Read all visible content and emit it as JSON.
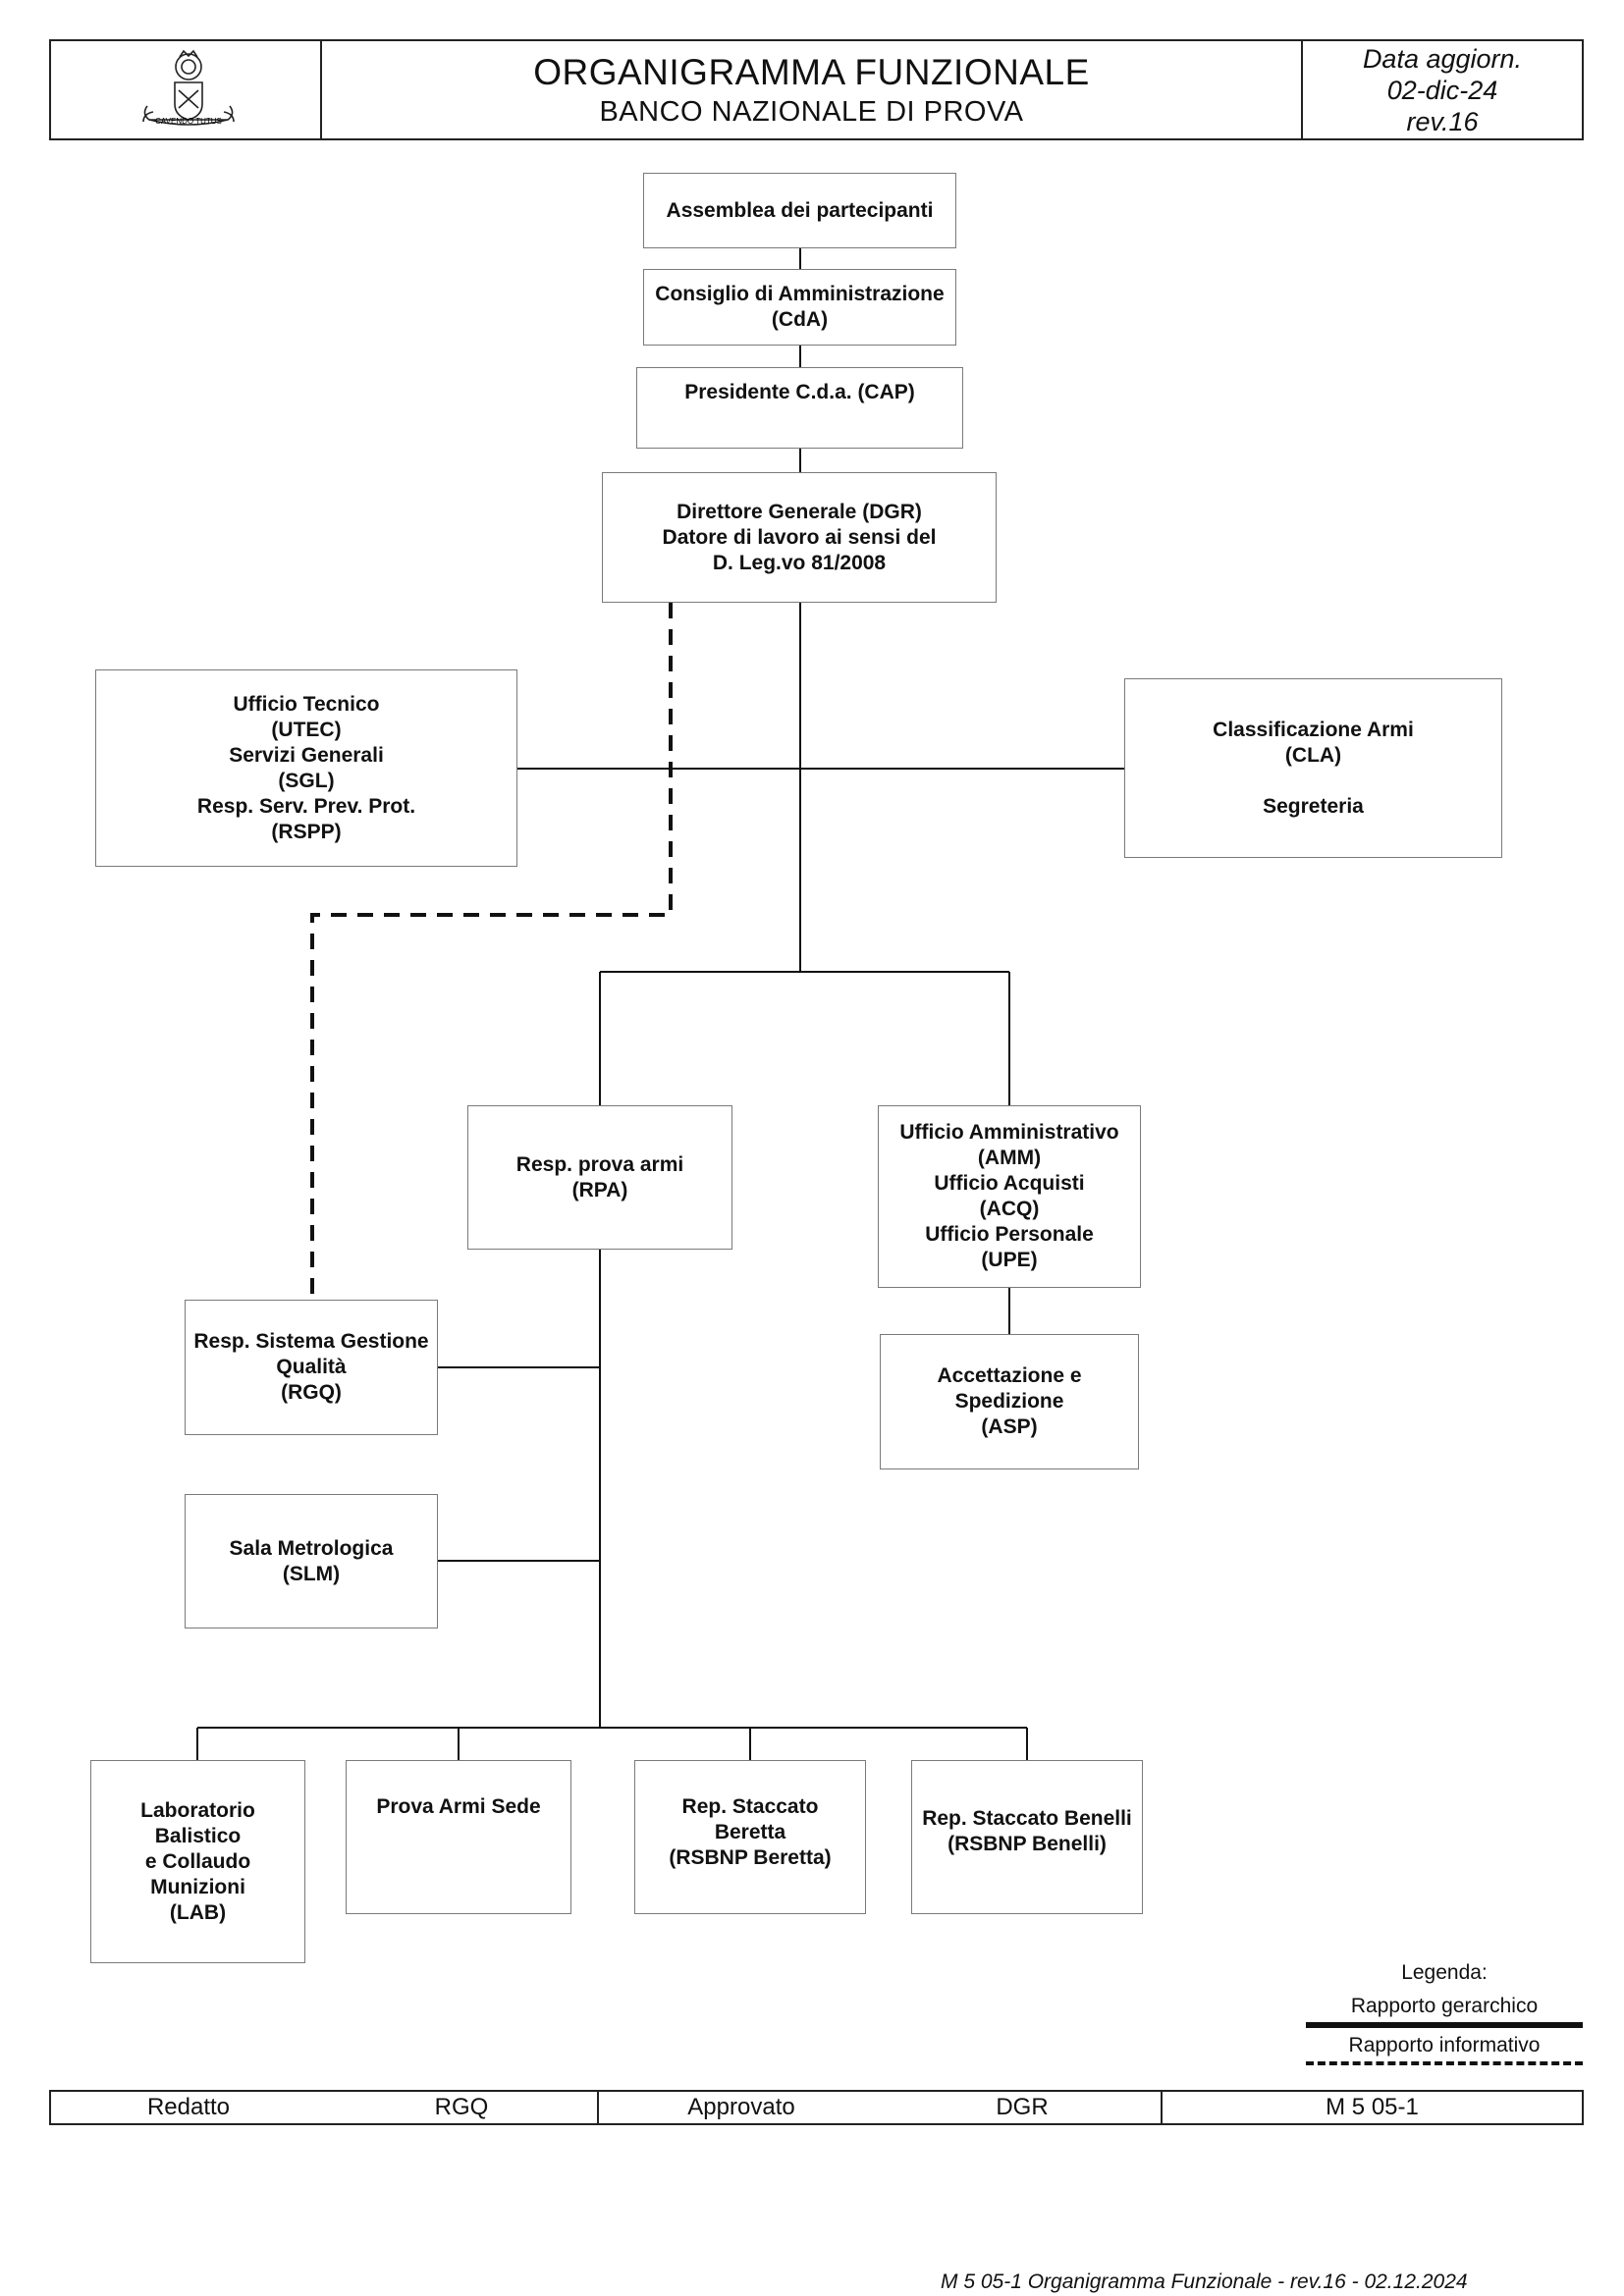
{
  "header": {
    "logo": {
      "icon": "coat-of-arms-icon",
      "motto": "CAVENDO TUTUS"
    },
    "title": "ORGANIGRAMMA FUNZIONALE",
    "subtitle": "BANCO NAZIONALE DI PROVA",
    "date_label": "Data aggiorn.",
    "date": "02-dic-24",
    "revision": "rev.16"
  },
  "nodes": {
    "assemblea": [
      "Assemblea dei partecipanti"
    ],
    "cda": [
      "Consiglio di Amministrazione",
      "(CdA)"
    ],
    "presidente": [
      "Presidente C.d.a. (CAP)"
    ],
    "dgr": [
      "Direttore Generale (DGR)",
      "Datore di lavoro ai sensi del",
      "D. Leg.vo 81/2008"
    ],
    "utec": [
      "Ufficio Tecnico",
      "(UTEC)",
      "Servizi Generali",
      "(SGL)",
      "Resp. Serv. Prev. Prot.",
      "(RSPP)"
    ],
    "cla": [
      "Classificazione Armi",
      "(CLA)",
      "",
      "Segreteria"
    ],
    "rpa": [
      "Resp. prova armi",
      "(RPA)"
    ],
    "amm": [
      "Ufficio Amministrativo",
      "(AMM)",
      "Ufficio Acquisti",
      "(ACQ)",
      "Ufficio Personale",
      "(UPE)"
    ],
    "rgq": [
      "Resp. Sistema Gestione",
      "Qualità",
      "(RGQ)"
    ],
    "asp": [
      "Accettazione e",
      "Spedizione",
      "(ASP)"
    ],
    "slm": [
      "Sala Metrologica",
      "(SLM)"
    ],
    "lab": [
      "Laboratorio",
      "Balistico",
      "e Collaudo",
      "Munizioni",
      "(LAB)"
    ],
    "pas": [
      "Prova Armi Sede"
    ],
    "beretta": [
      "Rep. Staccato",
      "Beretta",
      "(RSBNP Beretta)"
    ],
    "benelli": [
      "Rep. Staccato Benelli",
      "(RSBNP Benelli)"
    ]
  },
  "legend": {
    "title": "Legenda:",
    "hierarchical": "Rapporto gerarchico",
    "informative": "Rapporto informativo"
  },
  "footer": {
    "drafted_label": "Redatto",
    "drafted_by": "RGQ",
    "approved_label": "Approvato",
    "approved_by": "DGR",
    "doc_code": "M 5 05-1"
  },
  "bottom_note": "M 5 05-1 Organigramma Funzionale - rev.16 - 02.12.2024"
}
